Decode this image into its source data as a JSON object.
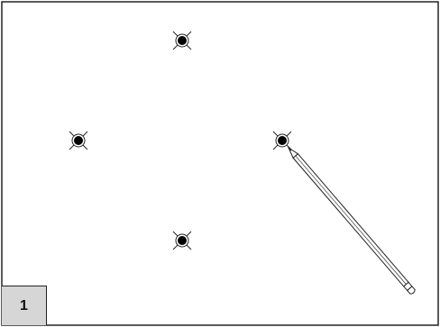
{
  "step": {
    "number": "1"
  },
  "points": [
    {
      "id": "top"
    },
    {
      "id": "left"
    },
    {
      "id": "right"
    },
    {
      "id": "bottom"
    }
  ],
  "tool": {
    "icon": "pencil-icon"
  },
  "colors": {
    "stroke": "#222222",
    "fill": "#000000",
    "badge": "#d6d6d6",
    "background": "#ffffff"
  }
}
